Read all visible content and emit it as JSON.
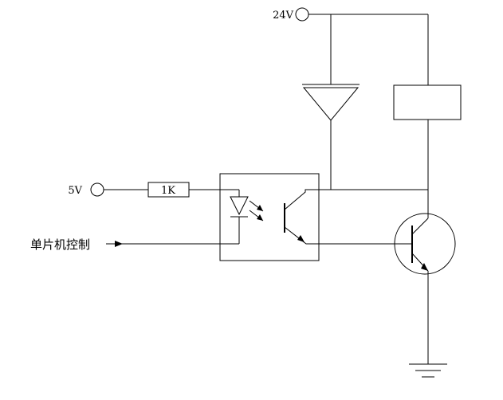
{
  "labels": {
    "supply_24v": "24V",
    "supply_5v": "5V",
    "resistor_value": "1K",
    "mcu_control": "单片机控制"
  },
  "components": {
    "diode": "flyback-diode",
    "relay": "relay-coil",
    "optocoupler": "optocoupler",
    "transistor": "npn-transistor",
    "ground": "earth-ground"
  },
  "colors": {
    "line": "#000000",
    "background": "#ffffff"
  }
}
